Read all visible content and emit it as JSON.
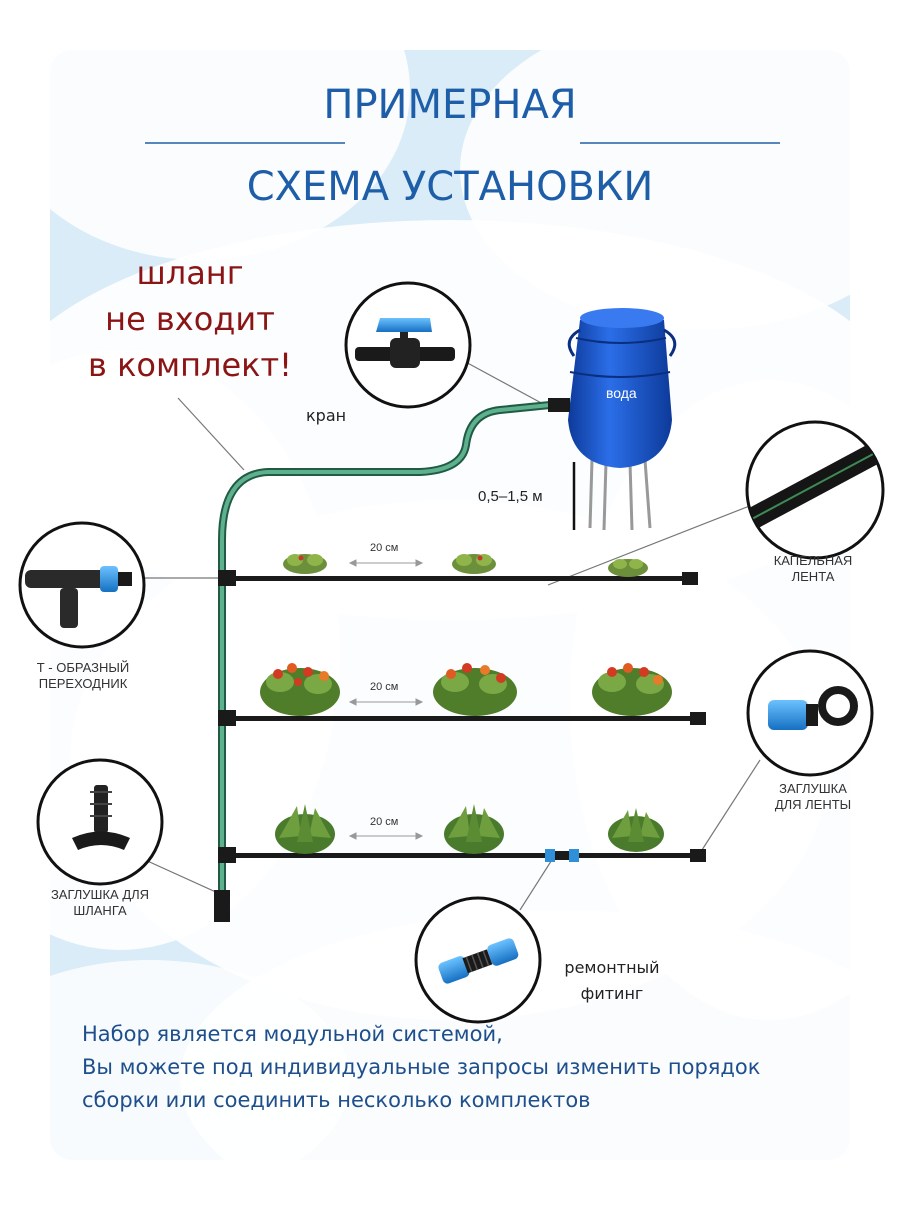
{
  "title": {
    "line1": "ПРИМЕРНАЯ",
    "line2": "СХЕМА УСТАНОВКИ"
  },
  "warning": {
    "line1": "шланг",
    "line2": "не входит",
    "line3": "в комплект!"
  },
  "labels": {
    "valve": "кран",
    "water": "вода",
    "height": "0,5–1,5 м",
    "drip_tape": [
      "КАПЕЛЬНАЯ",
      "ЛЕНТА"
    ],
    "t_adapter": [
      "Т - ОБРАЗНЫЙ",
      "ПЕРЕХОДНИК"
    ],
    "tape_plug": [
      "ЗАГЛУШКА",
      "ДЛЯ ЛЕНТЫ"
    ],
    "hose_plug": [
      "ЗАГЛУШКА ДЛЯ",
      "ШЛАНГА"
    ],
    "repair_fitting": [
      "ремонтный",
      "фитинг"
    ],
    "spacing": [
      "20 см",
      "20 см",
      "20 см"
    ]
  },
  "footer": {
    "line1": "Набор  является модульной системой,",
    "line2": "Вы можете под индивидуальные запросы изменить порядок",
    "line3": "сборки  или соединить несколько комплектов"
  },
  "colors": {
    "title": "#1e5ea8",
    "warning": "#8b1414",
    "hose": "#3f8f6e",
    "tape": "#1a1a1a",
    "barrel": "#1c57c7",
    "fitting_blue": "#2f8fd8",
    "panel": "#d9ecf7"
  }
}
